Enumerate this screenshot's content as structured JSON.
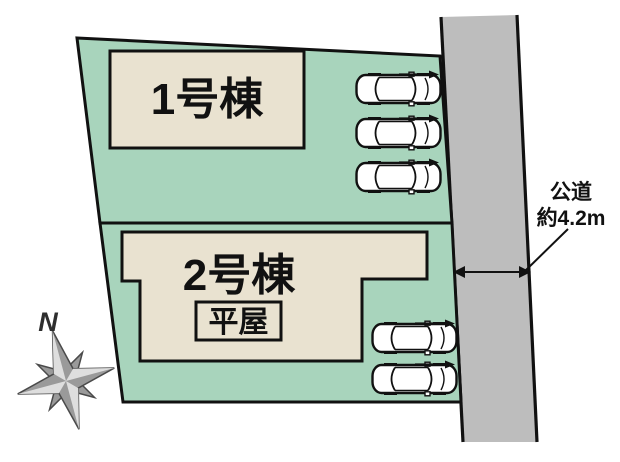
{
  "plan": {
    "buildings": [
      {
        "name": "1号棟"
      },
      {
        "name": "2号棟",
        "type_label": "平屋"
      }
    ],
    "road": {
      "name": "公道",
      "width": "約4.2m"
    },
    "compass": {
      "north": "N"
    },
    "parking": {
      "upper_spaces": 3,
      "lower_spaces": 2,
      "total_car_icons": 5
    },
    "colors": {
      "parcel_green": "#a8d4bc",
      "building_beige": "#e9e2d0",
      "road_gray": "#bdbdbd",
      "outline": "#111111",
      "compass_gray": "#9a9a9a",
      "compass_light": "#dedede"
    }
  }
}
